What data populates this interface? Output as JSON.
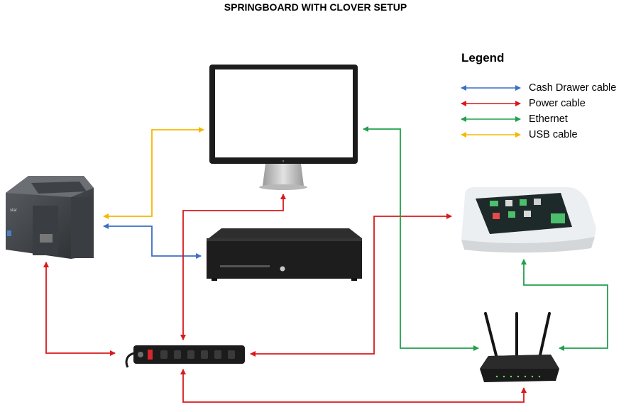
{
  "title": "SPRINGBOARD WITH CLOVER SETUP",
  "legend": {
    "title": "Legend",
    "items": [
      {
        "label": "Cash Drawer cable",
        "color": "#3b6fc4"
      },
      {
        "label": "Power cable",
        "color": "#d9191c"
      },
      {
        "label": "Ethernet",
        "color": "#1fa04a"
      },
      {
        "label": "USB cable",
        "color": "#f5b800"
      }
    ]
  },
  "colors": {
    "cash_drawer": "#3b6fc4",
    "power": "#d9191c",
    "ethernet": "#1fa04a",
    "usb": "#f5b800"
  },
  "devices": {
    "printer": {
      "icon": "receipt-printer-icon",
      "brand_text": "star"
    },
    "monitor": {
      "icon": "monitor-icon"
    },
    "cash_drawer": {
      "icon": "cash-drawer-icon"
    },
    "clover": {
      "icon": "clover-pos-terminal-icon"
    },
    "router": {
      "icon": "wifi-router-icon"
    },
    "power_strip": {
      "icon": "power-strip-icon"
    }
  }
}
